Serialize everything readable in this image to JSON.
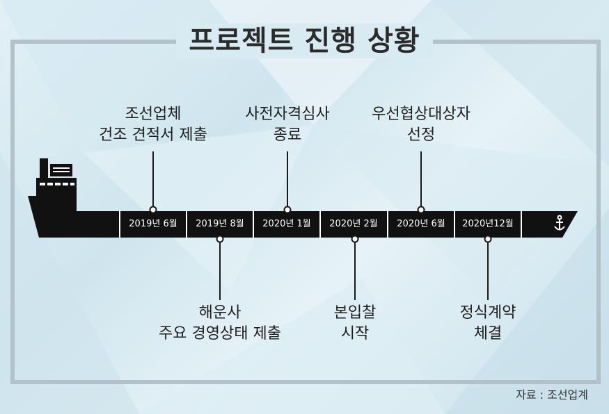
{
  "title": "프로젝트 진행 상황",
  "timeline": {
    "dates": [
      "2019년 6월",
      "2019년 8월",
      "2020년 1월",
      "2020년 2월",
      "2020년 6월",
      "2020년12월"
    ],
    "end_icon": "anchor-icon"
  },
  "milestones_top": [
    {
      "line1": "조선업체",
      "line2": "건조 견적서 제출"
    },
    {
      "line1": "사전자격심사",
      "line2": "종료"
    },
    {
      "line1": "우선협상대상자",
      "line2": "선정"
    }
  ],
  "milestones_bottom": [
    {
      "line1": "해운사",
      "line2": "주요 경영상태 제출"
    },
    {
      "line1": "본입찰",
      "line2": "시작"
    },
    {
      "line1": "정식계약",
      "line2": "체결"
    }
  ],
  "source": "자료 : 조선업계",
  "colors": {
    "ship": "#111111",
    "frame": "#b3c2ca",
    "text": "#1e1e1e"
  }
}
